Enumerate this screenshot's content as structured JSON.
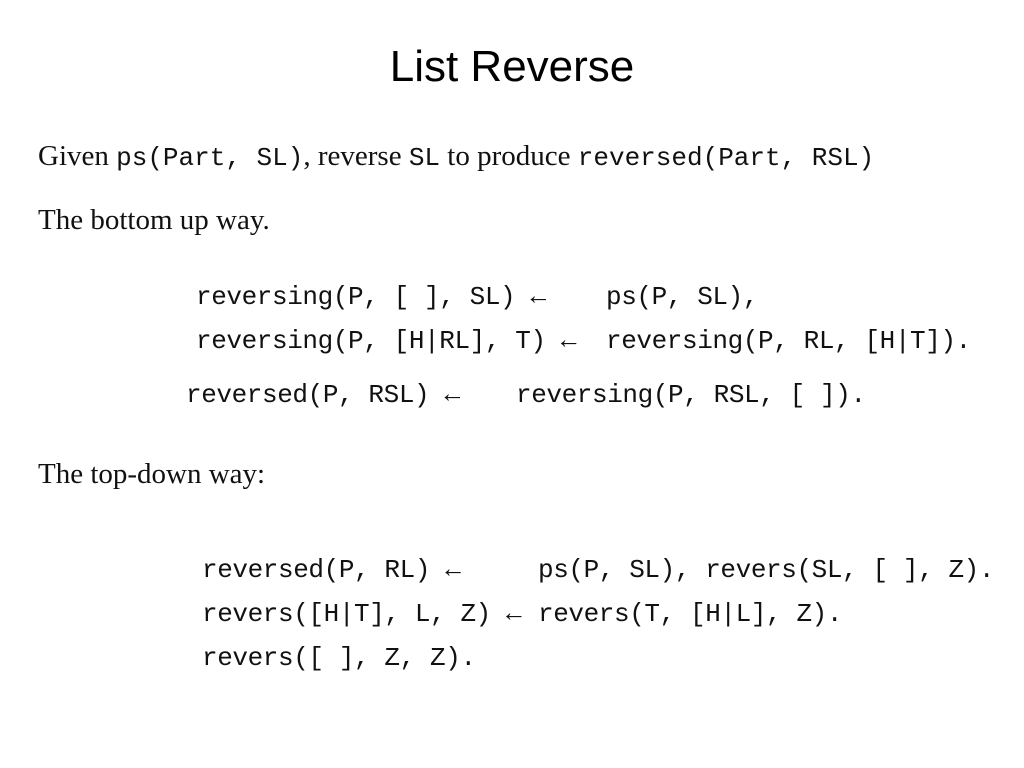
{
  "slide": {
    "title": "List Reverse"
  },
  "intro": {
    "given_prefix": "Given ",
    "given_term1": "ps(Part, SL)",
    "given_mid1": ", reverse ",
    "given_term2": "SL",
    "given_mid2": " to produce ",
    "given_term3": "reversed(Part, RSL)",
    "bottom_up_heading": "The bottom up way."
  },
  "bottom_up_rules": [
    {
      "head": "reversing(P, [ ], SL) ←",
      "body": "ps(P, SL),"
    },
    {
      "head": "reversing(P, [H|RL], T) ←",
      "body": "reversing(P, RL, [H|T])."
    },
    {
      "head": "reversed(P, RSL) ←",
      "body": "reversing(P, RSL, [ ])."
    }
  ],
  "top_down": {
    "heading": "The top-down way:",
    "rules": [
      {
        "head": "reversed(P, RL) ←",
        "body": "ps(P, SL), revers(SL, [ ], Z)."
      },
      {
        "head": "revers([H|T], L, Z) ←",
        "body": "revers(T, [H|L], Z)."
      },
      {
        "head": "revers([ ], Z, Z).",
        "body": ""
      }
    ]
  }
}
